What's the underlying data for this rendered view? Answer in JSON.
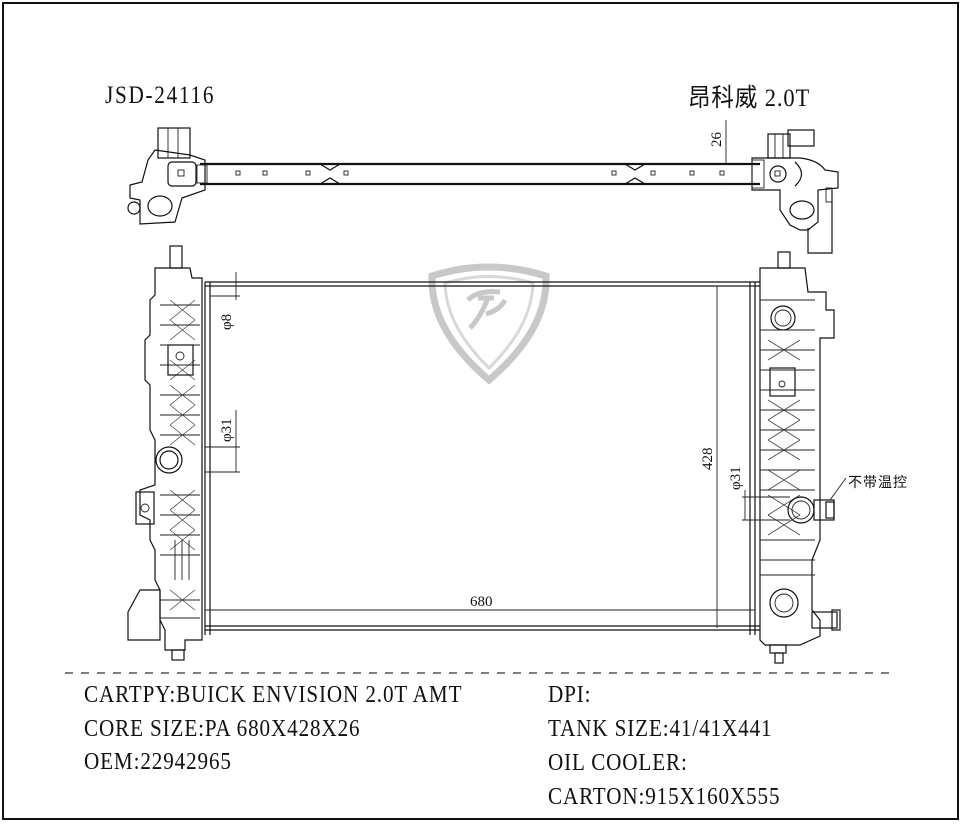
{
  "header": {
    "part_number": "JSD-24116",
    "model_name": "昂科威 2.0T"
  },
  "dimensions": {
    "bracket_thickness": "26",
    "tube_diameter_top": "φ8",
    "inlet_diameter_left": "φ31",
    "inlet_diameter_right": "φ31",
    "core_height": "428",
    "core_width": "680"
  },
  "annotations": {
    "no_thermostat_note": "不带温控"
  },
  "specs_left": [
    {
      "label": "CARTPY:",
      "value": "BUICK ENVISION 2.0T AMT"
    },
    {
      "label": "CORE SIZE:",
      "value": "PA 680X428X26"
    },
    {
      "label": "OEM:",
      "value": "22942965"
    }
  ],
  "specs_right": [
    {
      "label": "DPI:",
      "value": ""
    },
    {
      "label": "TANK SIZE:",
      "value": "41/41X441"
    },
    {
      "label": "OIL COOLER:",
      "value": ""
    },
    {
      "label": "CARTON:",
      "value": "915X160X555"
    }
  ],
  "colors": {
    "line": "#111111",
    "watermark": "#c8c8c8",
    "background": "#ffffff"
  }
}
